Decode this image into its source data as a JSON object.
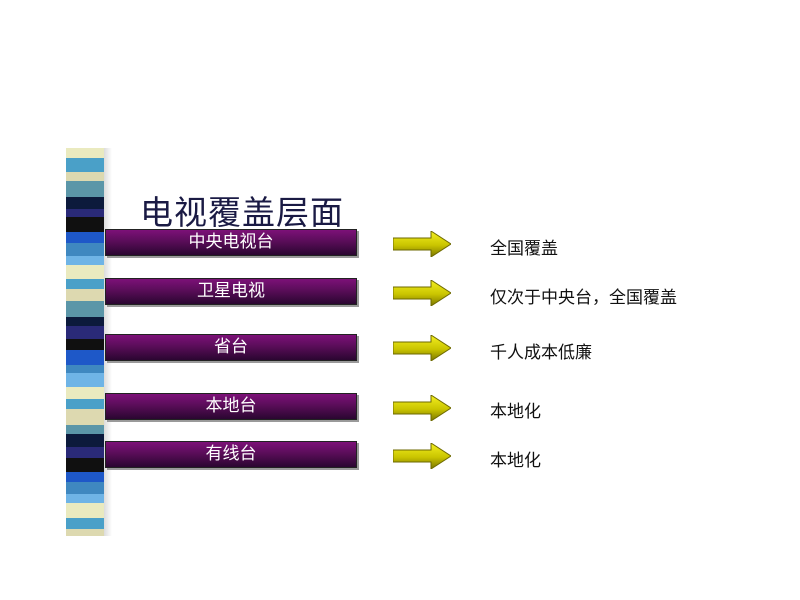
{
  "title": "电视覆盖层面",
  "rows": [
    {
      "level": "中央电视台",
      "coverage": "全国覆盖"
    },
    {
      "level": "卫星电视",
      "coverage": "仅次于中央台，全国覆盖"
    },
    {
      "level": "省台",
      "coverage": "千人成本低廉"
    },
    {
      "level": "本地台",
      "coverage": "本地化"
    },
    {
      "level": "有线台",
      "coverage": "本地化"
    }
  ],
  "colors": {
    "box_purple": "#5a0d59",
    "arrow_yellow": "#d8d000",
    "title": "#1a1a44"
  }
}
